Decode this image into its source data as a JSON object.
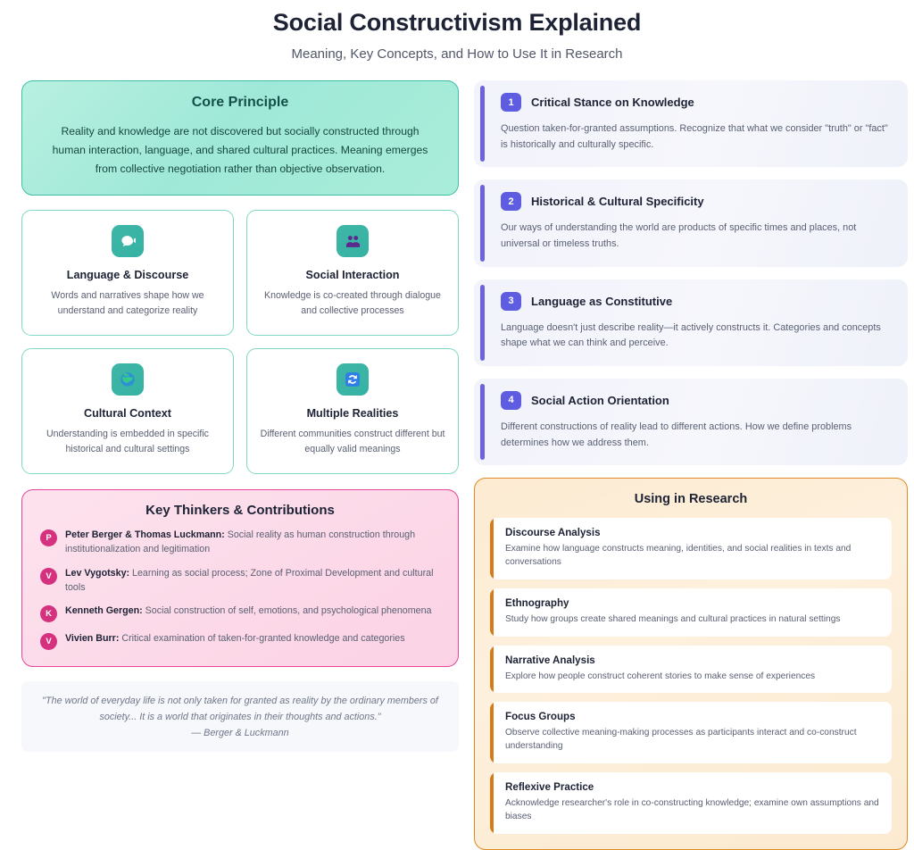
{
  "header": {
    "title": "Social Constructivism Explained",
    "subtitle": "Meaning, Key Concepts, and How to Use It in Research"
  },
  "core_principle": {
    "title": "Core Principle",
    "text": "Reality and knowledge are not discovered but socially constructed through human interaction, language, and shared cultural practices. Meaning emerges from collective negotiation rather than objective observation."
  },
  "concepts": [
    {
      "icon": "speech-bubble-icon",
      "title": "Language & Discourse",
      "desc": "Words and narratives shape how we understand and categorize reality"
    },
    {
      "icon": "two-people-icon",
      "title": "Social Interaction",
      "desc": "Knowledge is co-created through dialogue and collective processes"
    },
    {
      "icon": "globe-icon",
      "title": "Cultural Context",
      "desc": "Understanding is embedded in specific historical and cultural settings"
    },
    {
      "icon": "refresh-cycle-icon",
      "title": "Multiple Realities",
      "desc": "Different communities construct different but equally valid meanings"
    }
  ],
  "thinkers": {
    "title": "Key Thinkers & Contributions",
    "items": [
      {
        "badge": "P",
        "name": "Peter Berger & Thomas Luckmann:",
        "contribution": " Social reality as human construction through institutionalization and legitimation"
      },
      {
        "badge": "V",
        "name": "Lev Vygotsky:",
        "contribution": " Learning as social process; Zone of Proximal Development and cultural tools"
      },
      {
        "badge": "K",
        "name": "Kenneth Gergen:",
        "contribution": " Social construction of self, emotions, and psychological phenomena"
      },
      {
        "badge": "V",
        "name": "Vivien Burr:",
        "contribution": " Critical examination of taken-for-granted knowledge and categories"
      }
    ]
  },
  "quote": {
    "text": "\"The world of everyday life is not only taken for granted as reality by the ordinary members of society... It is a world that originates in their thoughts and actions.\"",
    "attribution": "— Berger & Luckmann"
  },
  "principles": [
    {
      "number": "1",
      "title": "Critical Stance on Knowledge",
      "desc": "Question taken-for-granted assumptions. Recognize that what we consider \"truth\" or \"fact\" is historically and culturally specific."
    },
    {
      "number": "2",
      "title": "Historical & Cultural Specificity",
      "desc": "Our ways of understanding the world are products of specific times and places, not universal or timeless truths."
    },
    {
      "number": "3",
      "title": "Language as Constitutive",
      "desc": "Language doesn't just describe reality—it actively constructs it. Categories and concepts shape what we can think and perceive."
    },
    {
      "number": "4",
      "title": "Social Action Orientation",
      "desc": "Different constructions of reality lead to different actions. How we define problems determines how we address them."
    }
  ],
  "research": {
    "title": "Using in Research",
    "items": [
      {
        "name": "Discourse Analysis",
        "desc": "Examine how language constructs meaning, identities, and social realities in texts and conversations"
      },
      {
        "name": "Ethnography",
        "desc": "Study how groups create shared meanings and cultural practices in natural settings"
      },
      {
        "name": "Narrative Analysis",
        "desc": "Explore how people construct coherent stories to make sense of experiences"
      },
      {
        "name": "Focus Groups",
        "desc": "Observe collective meaning-making processes as participants interact and co-construct understanding"
      },
      {
        "name": "Reflexive Practice",
        "desc": "Acknowledge researcher's role in co-constructing knowledge; examine own assumptions and biases"
      }
    ]
  },
  "colors": {
    "teal_accent": "#3fb6a6",
    "pink_accent": "#d6317f",
    "purple_accent": "#5e5ce0",
    "orange_accent": "#d97a18"
  }
}
